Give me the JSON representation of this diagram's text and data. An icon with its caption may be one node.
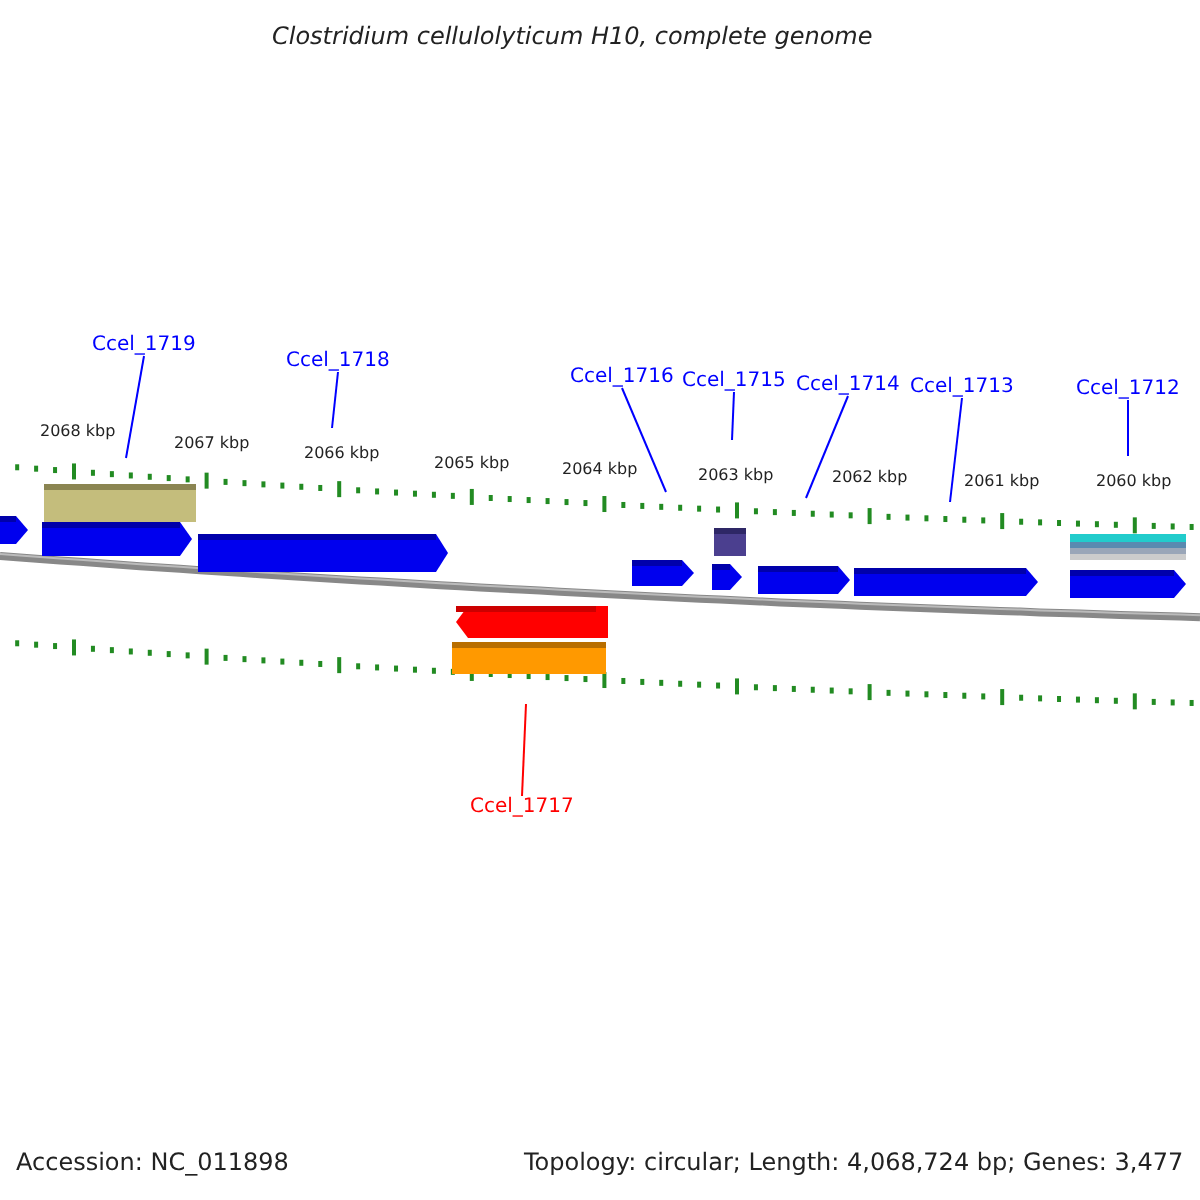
{
  "diagram": {
    "title": "Clostridium cellulolyticum H10, complete genome",
    "nodes": [
      {
        "text": [
          "Ccel_1719"
        ]
      },
      {
        "text": [
          "Ccel_1718"
        ]
      },
      {
        "text": [
          "Ccel_1716"
        ]
      },
      {
        "text": [
          "Ccel_1715"
        ]
      },
      {
        "text": [
          "Ccel_1714"
        ]
      },
      {
        "text": [
          "Ccel_1713"
        ]
      },
      {
        "text": [
          "Ccel_1712"
        ]
      },
      {
        "text": [
          "Ccel_1717"
        ]
      }
    ],
    "edges": [
      {
        "from": 0,
        "to": null,
        "arrow": "none"
      },
      {
        "from": 1,
        "to": null,
        "arrow": "none"
      },
      {
        "from": 2,
        "to": null,
        "arrow": "none"
      },
      {
        "from": 3,
        "to": null,
        "arrow": "none"
      },
      {
        "from": 4,
        "to": null,
        "arrow": "none"
      },
      {
        "from": 5,
        "to": null,
        "arrow": "none"
      },
      {
        "from": 6,
        "to": null,
        "arrow": "none"
      },
      {
        "from": 7,
        "to": null,
        "arrow": "none",
        "color": "#ff0000"
      }
    ],
    "labels": [
      "2068 kbp",
      "2067 kbp",
      "2066 kbp",
      "2065 kbp",
      "2064 kbp",
      "2063 kbp",
      "2062 kbp",
      "2061 kbp",
      "2060 kbp",
      "Accession: NC_011898",
      "Topology: circular; Length: 4,068,724 bp; Genes: 3,477"
    ]
  }
}
